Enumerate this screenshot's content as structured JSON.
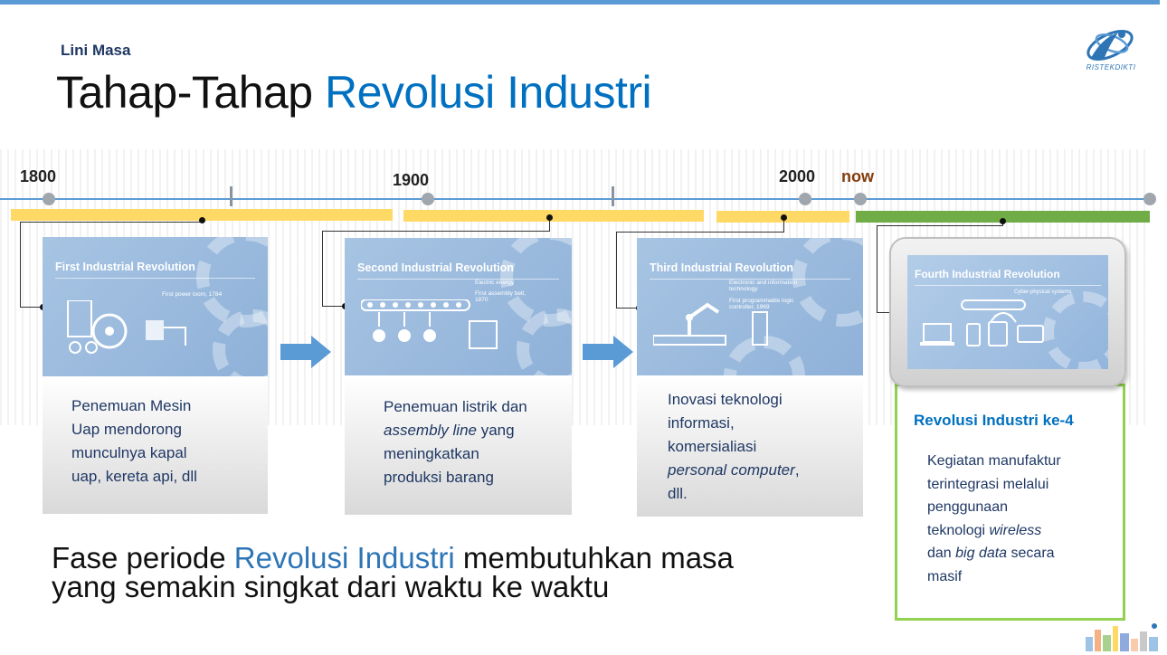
{
  "header": {
    "subtitle": "Lini Masa",
    "title_prefix": "Tahap-Tahap ",
    "title_accent": "Revolusi Industri",
    "logo_text": "RISTEKDIKTI"
  },
  "timeline": {
    "labels": [
      "1800",
      "1900",
      "2000",
      "now"
    ]
  },
  "cards": [
    {
      "image_title": "First Industrial Revolution",
      "image_caption": "First power loom, 1784",
      "lines": [
        "Penemuan Mesin",
        "Uap mendorong",
        "munculnya kapal",
        "uap, kereta api, dll"
      ]
    },
    {
      "image_title": "Second Industrial Revolution",
      "image_caption_1": "Electric energy",
      "image_caption_2": "First assembly belt, 1870",
      "line1": "Penemuan listrik dan",
      "line2_italic": "assembly line",
      "line2_rest": " yang",
      "line3": "meningkatkan",
      "line4": "produksi barang"
    },
    {
      "image_title": "Third Industrial Revolution",
      "image_caption_1": "Electronic and information technology",
      "image_caption_2": "First programmable logic controller, 1969",
      "line1": "Inovasi teknologi",
      "line2": "informasi,",
      "line3": "komersialiasi",
      "line4_italic": "personal computer",
      "line4_rest": ",",
      "line5": "dll."
    },
    {
      "image_title": "Fourth Industrial Revolution",
      "image_caption": "Cyber-physical systems",
      "heading": "Revolusi Industri ke-4",
      "line1": "Kegiatan manufaktur",
      "line2": "terintegrasi melalui",
      "line3": "penggunaan",
      "line4_prefix": "teknologi ",
      "line4_italic": "wireless",
      "line5_prefix": "dan ",
      "line5_italic": "big data",
      "line5_rest": " secara",
      "line6": "masif"
    }
  ],
  "footer": {
    "line1_prefix": "Fase periode ",
    "line1_accent": "Revolusi Industri",
    "line1_rest": " membutuhkan masa",
    "line2": "yang semakin singkat dari waktu ke waktu"
  },
  "colors": {
    "accent_blue": "#0070c0",
    "timeline_blue": "#5b9bd5",
    "bar_yellow": "#ffd966",
    "bar_green": "#70ad47",
    "card4_border": "#92d050",
    "now_label": "#843c0c"
  }
}
